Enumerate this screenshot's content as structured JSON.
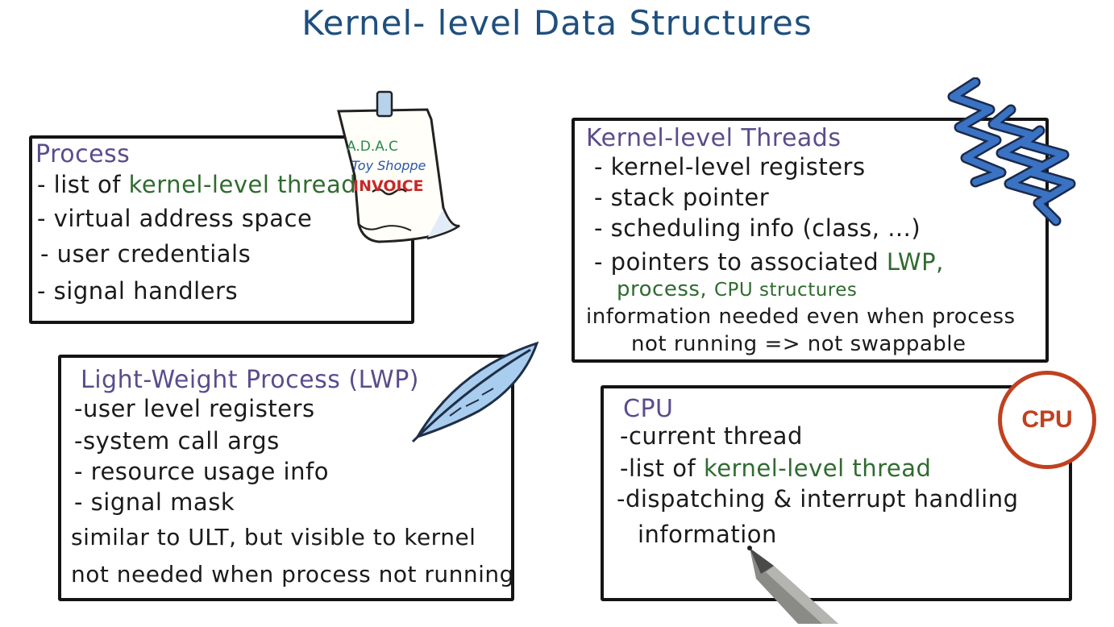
{
  "title": "Kernel- level Data Structures",
  "process": {
    "title": "Process",
    "items": [
      {
        "prefix": "- list of ",
        "highlight": "kernel-level threads"
      },
      {
        "text": "- virtual address space"
      },
      {
        "text": "- user credentials"
      },
      {
        "text": "-  signal  handlers"
      }
    ]
  },
  "invoice": {
    "line1": "A.D.A.C",
    "line2": "Toy Shoppe",
    "line3": "INVOICE"
  },
  "kernel_threads": {
    "title": "Kernel-level Threads",
    "items": [
      "- kernel-level registers",
      "- stack pointer",
      "- scheduling info (class, ...)"
    ],
    "pointers_prefix": "- pointers to associated ",
    "pointers_lwp": "LWP,",
    "pointers_process": "process,",
    "pointers_cpu": "CPU structures",
    "note_line1": "information needed even when process",
    "note_line2": "not running   => not swappable"
  },
  "lwp": {
    "title": "Light-Weight Process (LWP)",
    "items": [
      "-user level registers",
      "-system call args",
      "- resource usage info",
      "- signal mask"
    ],
    "note_line1": "similar to ULT, but visible to kernel",
    "note_line2": "not needed when process not running"
  },
  "cpu": {
    "title": "CPU",
    "badge": "CPU",
    "item1": "-current thread",
    "item2_prefix": "-list of ",
    "item2_highlight": "kernel-level thread",
    "item3": "-dispatching & interrupt handling",
    "item3_cont": "information"
  },
  "colors": {
    "title": "#1e4f7e",
    "box_title": "#5b4c8c",
    "highlight": "#2f6b2f",
    "cpu_badge": "#c0411f"
  }
}
